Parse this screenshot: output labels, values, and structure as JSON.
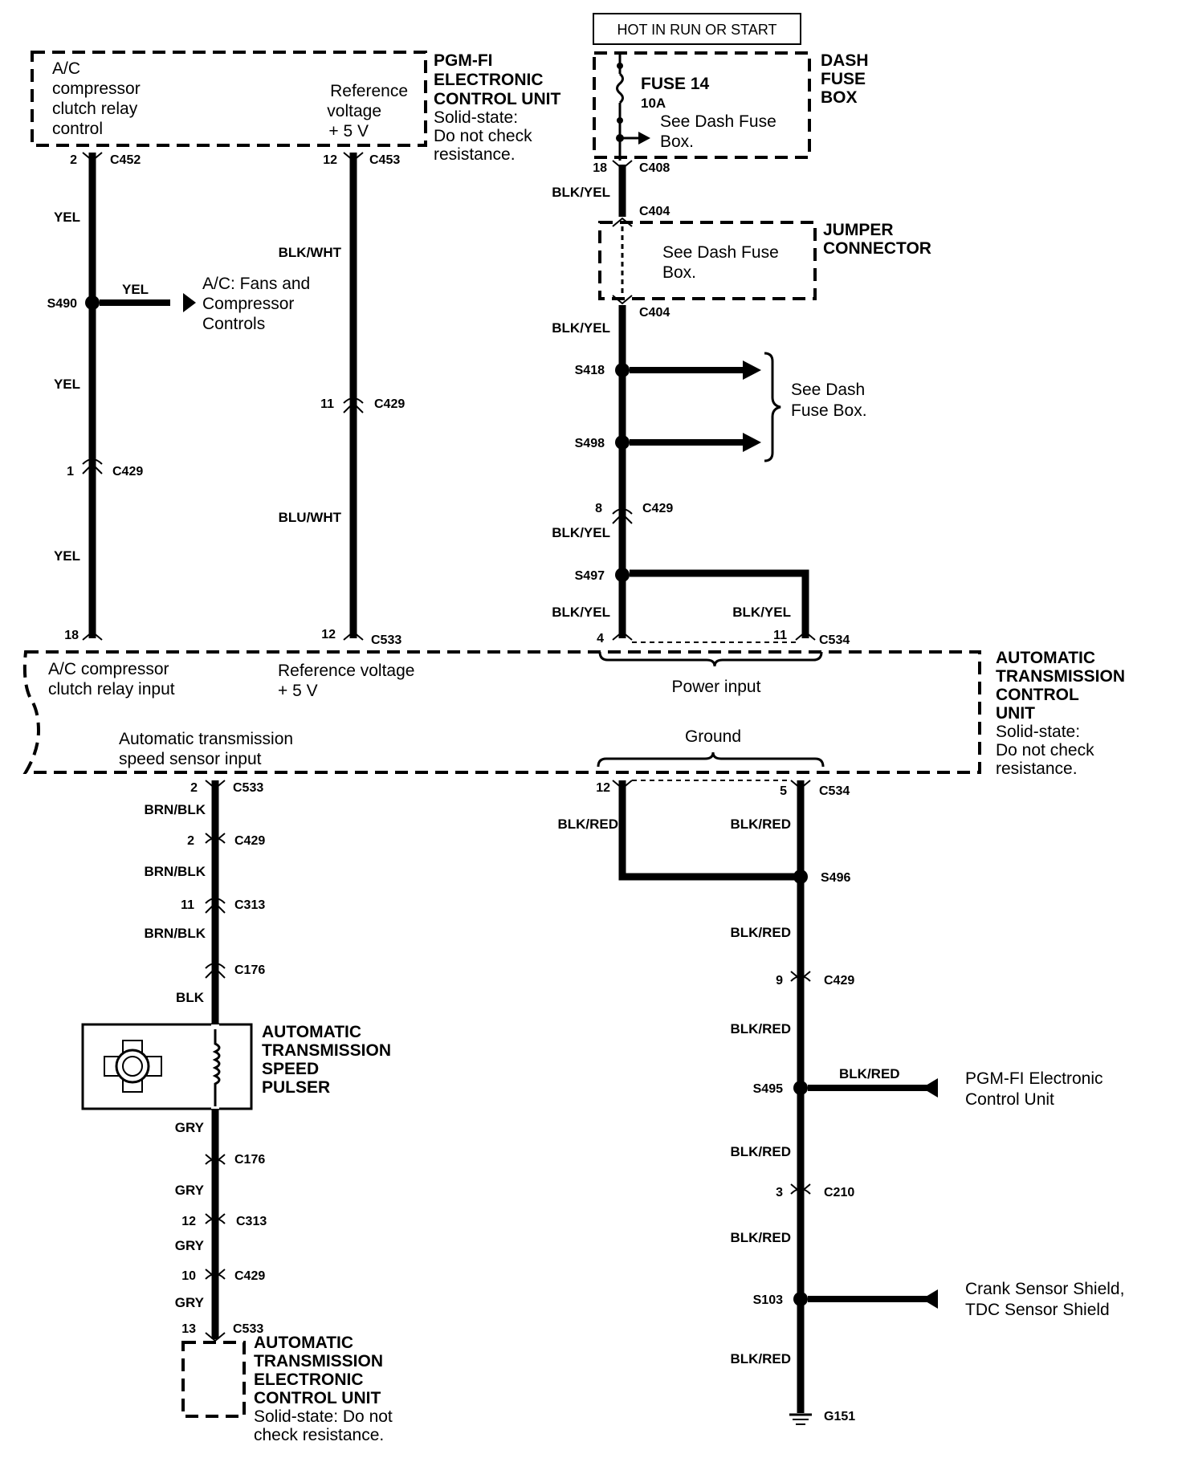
{
  "header_box": "HOT IN RUN OR START",
  "pgmfi_unit": {
    "title_lines": [
      "PGM-FI",
      "ELECTRONIC",
      "CONTROL UNIT"
    ],
    "note_lines": [
      "Solid-state:",
      "Do not check",
      "resistance."
    ],
    "left_label_lines": [
      "A/C",
      "compressor",
      "clutch relay",
      "control"
    ],
    "right_label_lines": [
      "Reference",
      "voltage",
      "+ 5 V"
    ]
  },
  "dash_fuse_box": {
    "title_lines": [
      "DASH",
      "FUSE",
      "BOX"
    ],
    "fuse_name": "FUSE 14",
    "fuse_rating": "10A",
    "see_lines": [
      "See Dash Fuse",
      "Box."
    ]
  },
  "jumper_connector": {
    "title_lines": [
      "JUMPER",
      "CONNECTOR"
    ],
    "see_lines": [
      "See Dash Fuse",
      "Box."
    ]
  },
  "splice_group": {
    "see_lines": [
      "See Dash",
      "Fuse Box."
    ]
  },
  "ac_fans": {
    "wire_color": "YEL",
    "label_lines": [
      "A/C: Fans and",
      "Compressor",
      "Controls"
    ]
  },
  "atcu": {
    "title_lines": [
      "AUTOMATIC",
      "TRANSMISSION",
      "CONTROL",
      "UNIT"
    ],
    "note_lines": [
      "Solid-state:",
      "Do not check",
      "resistance."
    ],
    "ac_input_lines": [
      "A/C compressor",
      "clutch relay input"
    ],
    "ref_input_lines": [
      "Reference voltage",
      "+ 5 V"
    ],
    "power_input": "Power input",
    "speed_input_lines": [
      "Automatic transmission",
      "speed sensor input"
    ],
    "ground": "Ground"
  },
  "speed_pulser": {
    "title_lines": [
      "AUTOMATIC",
      "TRANSMISSION",
      "SPEED",
      "PULSER"
    ]
  },
  "at_ecu": {
    "title_lines": [
      "AUTOMATIC",
      "TRANSMISSION",
      "ELECTRONIC",
      "CONTROL UNIT"
    ],
    "note_lines": [
      "Solid-state: Do not",
      "check resistance."
    ]
  },
  "pgmfi_ground_ref": {
    "wire_color": "BLK/RED",
    "label_lines": [
      "PGM-FI Electronic",
      "Control Unit"
    ]
  },
  "shield_ref": {
    "label_lines": [
      "Crank Sensor Shield,",
      "TDC Sensor Shield"
    ]
  },
  "ground": "G151",
  "wire_colors": [
    "YEL",
    "YEL",
    "YEL",
    "BLK/WHT",
    "BLU/WHT",
    "BLK/YEL",
    "BLK/YEL",
    "BLK/YEL",
    "BLK/YEL",
    "BLK/YEL",
    "BRN/BLK",
    "BRN/BLK",
    "BRN/BLK",
    "BLK",
    "GRY",
    "GRY",
    "GRY",
    "GRY",
    "BLK/RED",
    "BLK/RED",
    "BLK/RED",
    "BLK/RED",
    "BLK/RED",
    "BLK/RED",
    "BLK/RED"
  ],
  "connectors": [
    {
      "pin": "2",
      "name": "C452"
    },
    {
      "pin": "12",
      "name": "C453"
    },
    {
      "pin": "18",
      "name": "C408"
    },
    {
      "pin": "",
      "name": "C404"
    },
    {
      "pin": "",
      "name": "C404"
    },
    {
      "pin": "11",
      "name": "C429"
    },
    {
      "pin": "1",
      "name": "C429"
    },
    {
      "pin": "8",
      "name": "C429"
    },
    {
      "pin": "18",
      "name": ""
    },
    {
      "pin": "12",
      "name": "C533"
    },
    {
      "pin": "4",
      "name": ""
    },
    {
      "pin": "11",
      "name": "C534"
    },
    {
      "pin": "2",
      "name": "C533"
    },
    {
      "pin": "2",
      "name": "C429"
    },
    {
      "pin": "11",
      "name": "C313"
    },
    {
      "pin": "",
      "name": "C176"
    },
    {
      "pin": "",
      "name": "C176"
    },
    {
      "pin": "12",
      "name": "C313"
    },
    {
      "pin": "10",
      "name": "C429"
    },
    {
      "pin": "13",
      "name": "C533"
    },
    {
      "pin": "12",
      "name": ""
    },
    {
      "pin": "5",
      "name": "C534"
    },
    {
      "pin": "9",
      "name": "C429"
    },
    {
      "pin": "3",
      "name": "C210"
    }
  ],
  "splices": [
    "S490",
    "S418",
    "S498",
    "S497",
    "S496",
    "S495",
    "S103"
  ]
}
